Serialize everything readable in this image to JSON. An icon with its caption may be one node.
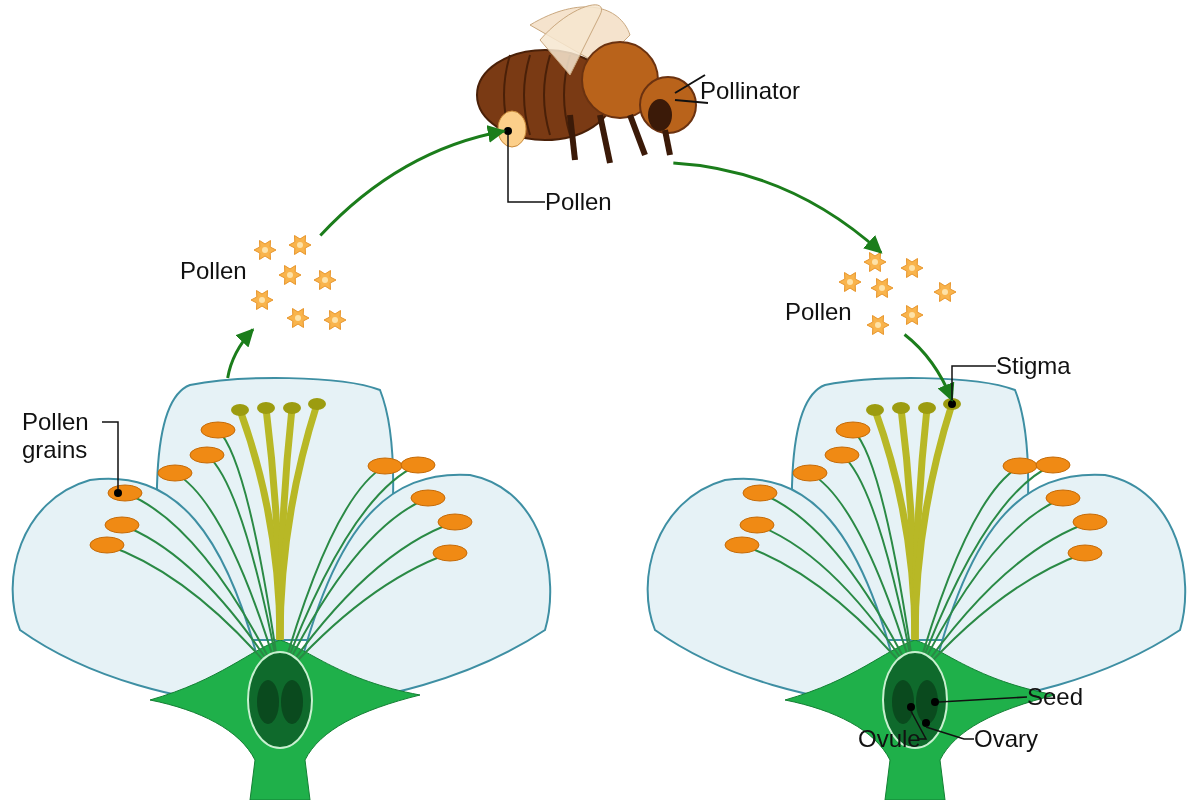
{
  "diagram": {
    "nodes": [
      {
        "text": [],
        "shape": "picture",
        "beside": [
          "Pollinator"
        ]
      },
      {
        "text": [
          "Pollen"
        ]
      },
      {
        "text": [],
        "shape": "circle",
        "in": 0
      },
      {
        "text": [],
        "shape": "picture",
        "beside": [
          "Pollen"
        ]
      },
      {
        "text": [],
        "shape": "picture",
        "beside": [
          "Pollen"
        ]
      },
      {
        "text": [],
        "shape": "picture"
      },
      {
        "text": [
          "Pollen grains"
        ],
        "in": 5
      },
      {
        "text": [],
        "shape": "circle",
        "in": 5
      },
      {
        "text": [],
        "shape": "picture"
      },
      {
        "text": [
          "Stigma"
        ]
      },
      {
        "text": [],
        "shape": "circle",
        "in": 8
      },
      {
        "text": [
          "Seed"
        ],
        "in": 8
      },
      {
        "text": [],
        "shape": "circle",
        "in": 8
      },
      {
        "text": [
          "Ovule"
        ],
        "in": 8
      },
      {
        "text": [],
        "shape": "circle",
        "in": 8
      },
      {
        "text": [
          "Ovary"
        ],
        "in": 8
      },
      {
        "text": [],
        "shape": "circle",
        "in": 8
      }
    ],
    "edges": [
      {
        "from": 5,
        "to": 3,
        "arrow": "to",
        "color": "#1b7d1b"
      },
      {
        "from": 3,
        "to": 2,
        "arrow": "to",
        "color": "#1b7d1b"
      },
      {
        "from": 0,
        "to": 4,
        "arrow": "to",
        "color": "#1b7d1b"
      },
      {
        "from": 4,
        "to": 10,
        "arrow": "to",
        "color": "#1b7d1b"
      },
      {
        "from": 6,
        "to": 7,
        "arrow": "none",
        "color": "#111111"
      },
      {
        "from": 1,
        "to": 2,
        "arrow": "none",
        "color": "#111111"
      },
      {
        "from": 9,
        "to": 10,
        "arrow": "none",
        "color": "#111111"
      },
      {
        "from": 11,
        "to": 12,
        "arrow": "none",
        "color": "#111111"
      },
      {
        "from": 13,
        "to": 14,
        "arrow": "none",
        "color": "#111111"
      },
      {
        "from": 15,
        "to": 16,
        "arrow": "none",
        "color": "#111111"
      }
    ]
  }
}
